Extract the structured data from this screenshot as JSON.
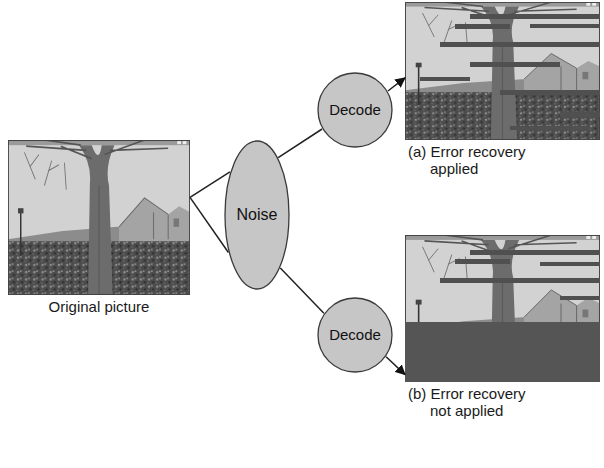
{
  "diagram": {
    "nodes": [
      {
        "text": [
          "Original picture"
        ]
      },
      {
        "text": [
          "Noise"
        ]
      },
      {
        "text": [
          "Decode"
        ]
      },
      {
        "text": [
          "(a) Error recovery applied"
        ]
      },
      {
        "text": [
          "Decode"
        ]
      },
      {
        "text": [
          "(b) Error recovery not applied"
        ]
      }
    ],
    "edges": [
      {
        "from": 0,
        "to": 1,
        "arrow": "none"
      },
      {
        "from": 0,
        "to": 1,
        "arrow": "none"
      },
      {
        "from": 1,
        "to": 2,
        "arrow": "none"
      },
      {
        "from": 1,
        "to": 4,
        "arrow": "none"
      },
      {
        "from": 2,
        "to": 3,
        "arrow": "to"
      },
      {
        "from": 4,
        "to": 5,
        "arrow": "to"
      }
    ]
  }
}
